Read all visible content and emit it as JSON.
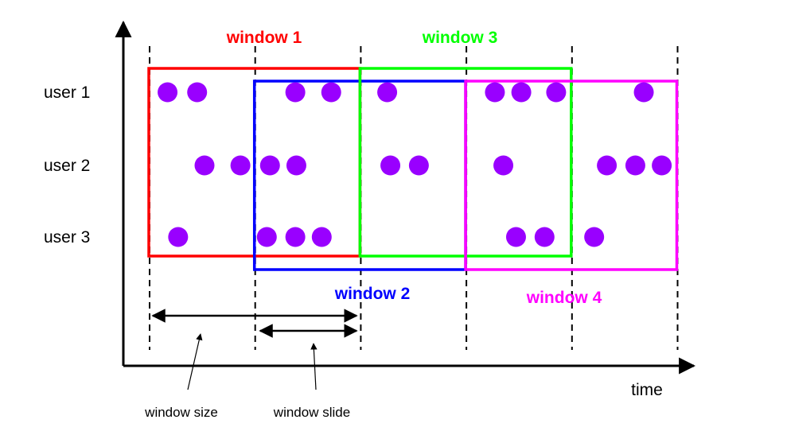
{
  "users": [
    {
      "label": "user 1",
      "events": [
        0.17,
        0.45,
        1.38,
        1.72,
        2.25,
        3.27,
        3.52,
        3.85,
        4.68
      ]
    },
    {
      "label": "user 2",
      "events": [
        0.52,
        0.86,
        1.14,
        1.39,
        2.28,
        2.55,
        3.35,
        4.33,
        4.6,
        4.85
      ]
    },
    {
      "label": "user 3",
      "events": [
        0.27,
        1.11,
        1.38,
        1.63,
        3.47,
        3.74,
        4.21
      ]
    }
  ],
  "windows": [
    {
      "label": "window 1",
      "start": 0,
      "end": 2,
      "color": "#ff0000"
    },
    {
      "label": "window 2",
      "start": 1,
      "end": 3,
      "color": "#0000ff"
    },
    {
      "label": "window 3",
      "start": 2,
      "end": 4,
      "color": "#00ff00"
    },
    {
      "label": "window 4",
      "start": 3,
      "end": 5,
      "color": "#ff00ff"
    }
  ],
  "slide_boundaries": [
    0,
    1,
    2,
    3,
    4,
    5
  ],
  "event_color": "#9900ff",
  "annotations": {
    "window_size": "window size",
    "window_slide": "window slide"
  },
  "x_axis_label": "time"
}
